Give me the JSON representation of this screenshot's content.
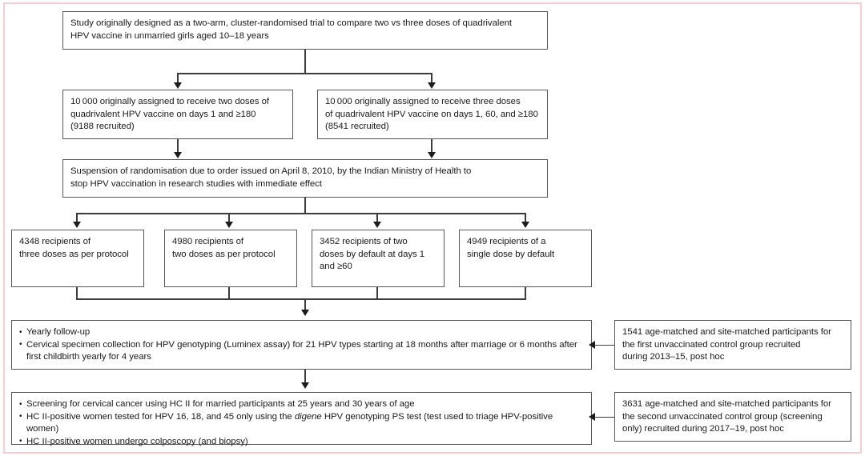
{
  "figure": {
    "type": "flowchart",
    "frame_color": "#f6cdd3",
    "box_border_color": "#58585a",
    "connector_color": "#3b3b3d"
  },
  "nodes": {
    "study_design": {
      "line1": "Study originally designed as a two-arm, cluster-randomised trial to compare two vs three doses of quadrivalent",
      "line2": "HPV vaccine in unmarried girls aged 10–18 years"
    },
    "two_dose_arm": {
      "line1": "10 000 originally assigned to receive two doses of",
      "line2": "quadrivalent HPV vaccine on days 1 and ≥180",
      "line3": "(9188 recruited)"
    },
    "three_dose_arm": {
      "line1": "10 000 originally assigned to receive three doses",
      "line2": "of quadrivalent HPV vaccine on days 1, 60, and ≥180",
      "line3": "(8541 recruited)"
    },
    "suspension": {
      "line1": "Suspension of randomisation due to order issued on April 8, 2010, by the Indian Ministry of Health to",
      "line2": "stop HPV vaccination in research studies with immediate effect"
    },
    "group_three_doses": {
      "line1": "4348 recipients of",
      "line2": "three doses as per protocol"
    },
    "group_two_doses": {
      "line1": "4980 recipients of",
      "line2": "two doses as per protocol"
    },
    "group_two_default": {
      "line1": "3452 recipients of two",
      "line2": "doses by default at days 1",
      "line3": "and ≥60"
    },
    "group_single_default": {
      "line1": "4949 recipients of a",
      "line2": "single dose by default"
    },
    "followup": {
      "bullet1": "Yearly follow-up",
      "bullet2_line1": "Cervical specimen collection for HPV genotyping (Luminex assay) for 21 HPV types starting at 18 months after marriage or 6 months",
      "bullet2_line2": "after first childbirth yearly for 4 years"
    },
    "control_group_1": {
      "line1": "1541 age-matched and site-matched participants for",
      "line2": "the first unvaccinated control group recruited",
      "line3": "during  2013–15, post hoc"
    },
    "screening": {
      "bullet1": "Screening for cervical cancer using HC II for married participants at 25 years and 30 years of age",
      "bullet2_pre": "HC II-positive women tested for HPV 16, 18, and 45 only using the ",
      "bullet2_italic": "digene",
      "bullet2_post": " HPV genotyping PS test (test used to triage HPV-positive women)",
      "bullet3": "HC II-positive women undergo colposcopy (and biopsy)"
    },
    "control_group_2": {
      "line1": "3631 age-matched and site-matched participants for",
      "line2": "the second unvaccinated control group (screening",
      "line3": "only) recruited during 2017–19, post hoc"
    }
  }
}
